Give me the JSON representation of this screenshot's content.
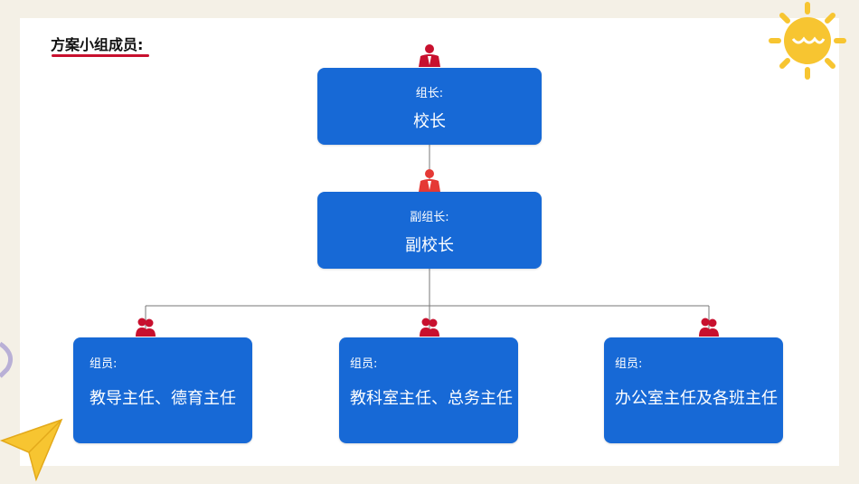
{
  "header": {
    "title": "方案小组成员:"
  },
  "nodes": {
    "leader": {
      "role": "组长:",
      "name": "校长"
    },
    "deputy": {
      "role": "副组长:",
      "name": "副校长"
    },
    "member1": {
      "role": "组员:",
      "name": "教导主任、德育主任"
    },
    "member2": {
      "role": "组员:",
      "name": "教科室主任、总务主任"
    },
    "member3": {
      "role": "组员:",
      "name": "办公室主任及各班主任"
    }
  },
  "icons": {
    "person": "person-icon",
    "group": "group-icon",
    "sun": "sun-icon",
    "paper_plane": "paper-plane-icon"
  },
  "colors": {
    "box": "#1769d6",
    "accent_red": "#c8102e",
    "connector": "#777777",
    "sun": "#f7c531"
  }
}
